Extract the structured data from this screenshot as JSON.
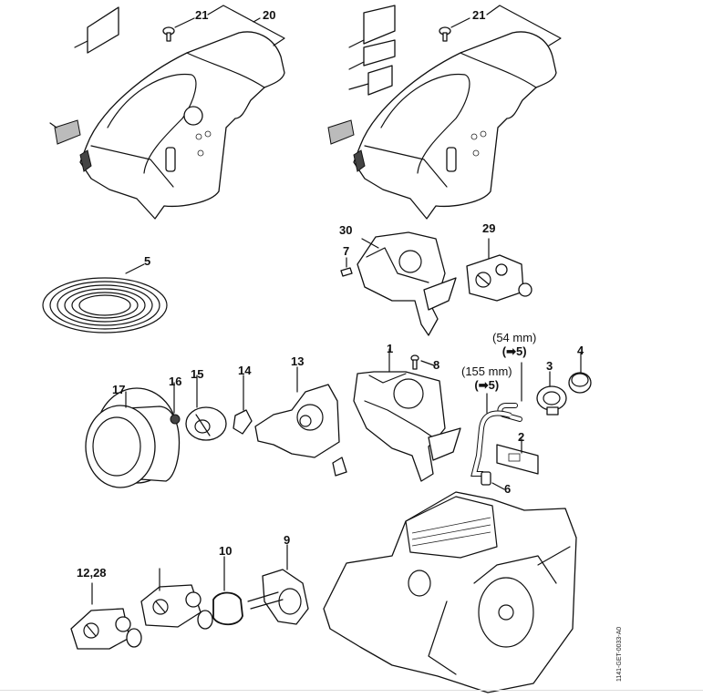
{
  "diagram": {
    "type": "exploded-parts-diagram",
    "callouts": {
      "c20": "20",
      "c21a": "21",
      "c21b": "21",
      "c30": "30",
      "c29": "29",
      "c7": "7",
      "c5": "5",
      "c1": "1",
      "c8": "8",
      "c4": "4",
      "c3": "3",
      "c2": "2",
      "c6": "6",
      "c17": "17",
      "c16": "16",
      "c15": "15",
      "c14": "14",
      "c13": "13",
      "c12_28": "12,28",
      "c10": "10",
      "c9": "9"
    },
    "notes": {
      "hose_short": {
        "length": "(54 mm)",
        "ref": "(➡5)"
      },
      "hose_long": {
        "length": "(155 mm)",
        "ref": "(➡5)"
      }
    },
    "document_code": "1141-GET-0033-A0"
  }
}
